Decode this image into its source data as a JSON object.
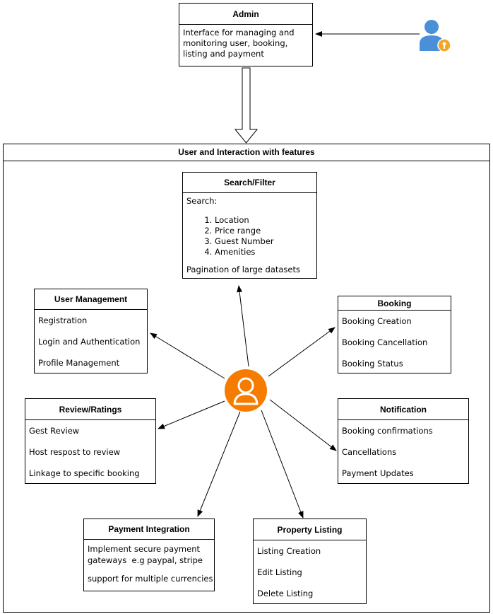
{
  "admin": {
    "title": "Admin",
    "description": "Interface for managing and monitoring user, booking, listing and payment"
  },
  "container": {
    "title": "User and Interaction with features"
  },
  "search_filter": {
    "title": "Search/Filter",
    "search_label": "Search:",
    "items": [
      "Location",
      "Price range",
      "Guest Number",
      "Amenities"
    ],
    "footer": "Pagination of large datasets"
  },
  "user_management": {
    "title": "User Management",
    "items": [
      "Registration",
      "Login and Authentication",
      "Profile Management"
    ]
  },
  "booking": {
    "title": "Booking",
    "items": [
      "Booking Creation",
      "Booking Cancellation",
      "Booking Status"
    ]
  },
  "review_ratings": {
    "title": "Review/Ratings",
    "items": [
      "Gest Review",
      "Host respost to review",
      "Linkage to specific booking"
    ]
  },
  "notification": {
    "title": "Notification",
    "items": [
      "Booking confirmations",
      "Cancellations",
      "Payment Updates"
    ]
  },
  "payment_integration": {
    "title": "Payment Integration",
    "text1": "Implement secure payment gateways  e.g paypal, stripe",
    "text2": "support for multiple currencies"
  },
  "property_listing": {
    "title": "Property Listing",
    "items": [
      "Listing Creation",
      "Edit Listing",
      "Delete Listing"
    ]
  },
  "colors": {
    "user_orange": "#F57C00",
    "admin_blue": "#4A90D9",
    "key_orange": "#F5A623"
  },
  "icons": {
    "admin": "admin-user-key-icon",
    "user": "user-circle-icon"
  }
}
